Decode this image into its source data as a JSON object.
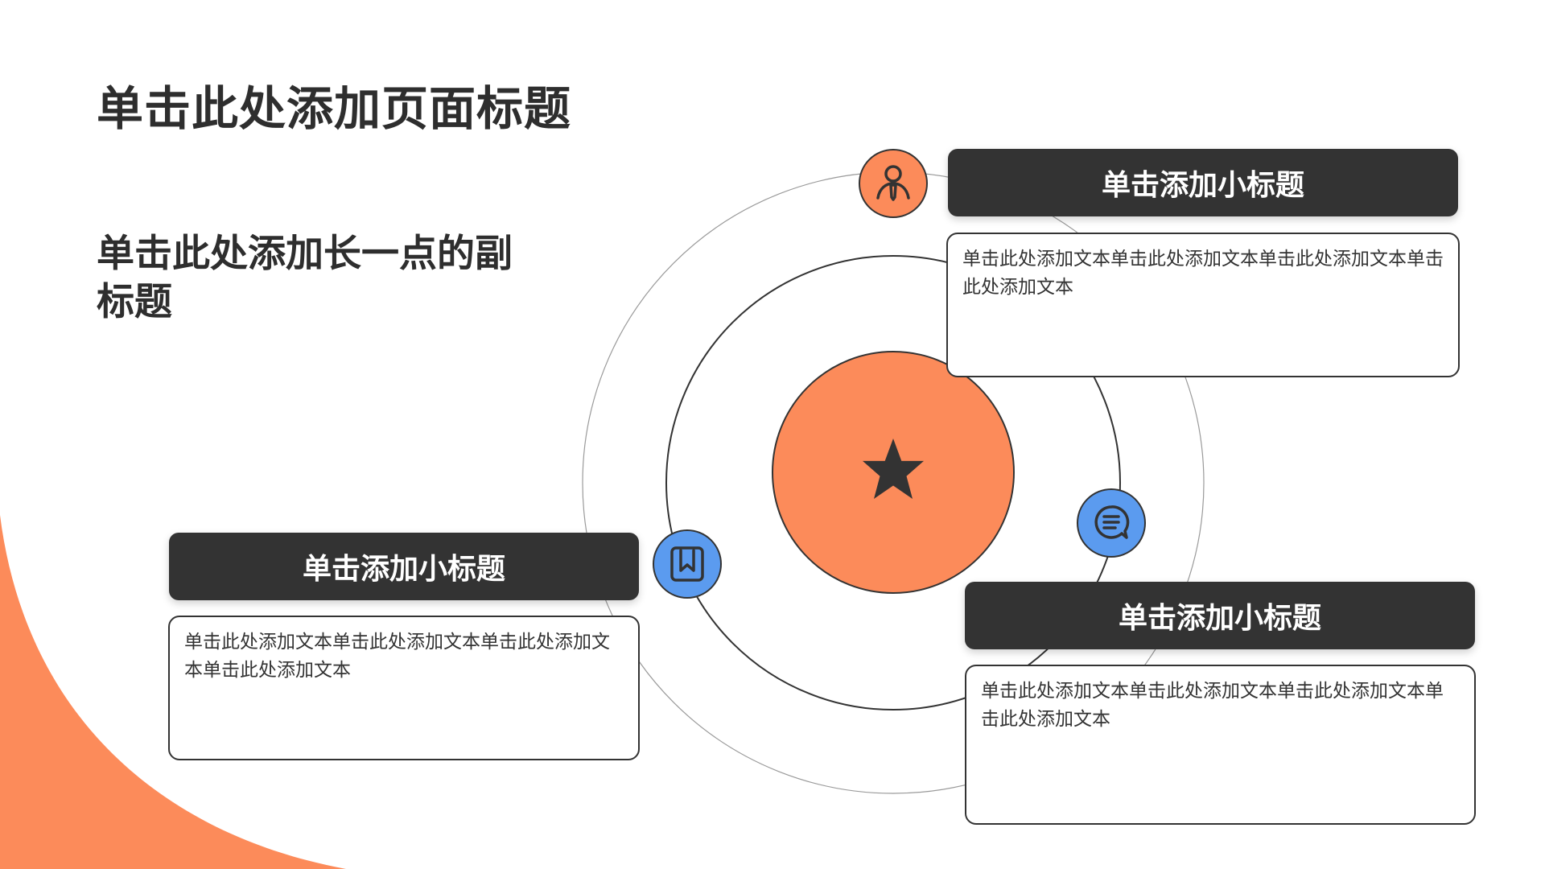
{
  "page": {
    "title": "单击此处添加页面标题",
    "subtitle": "单击此处添加长一点的副标题"
  },
  "theme": {
    "accent": "#fc8b5a",
    "blue": "#5b9bef",
    "dark": "#333333"
  },
  "center": {
    "icon": "star-icon"
  },
  "items": [
    {
      "icon": "person-tie-icon",
      "icon_color": "#fc8b5a",
      "heading": "单击添加小标题",
      "text": "单击此处添加文本单击此处添加文本单击此处添加文本单击此处添加文本"
    },
    {
      "icon": "bookmark-icon",
      "icon_color": "#5b9bef",
      "heading": "单击添加小标题",
      "text": "单击此处添加文本单击此处添加文本单击此处添加文本单击此处添加文本"
    },
    {
      "icon": "chat-bubble-icon",
      "icon_color": "#5b9bef",
      "heading": "单击添加小标题",
      "text": "单击此处添加文本单击此处添加文本单击此处添加文本单击此处添加文本"
    }
  ]
}
